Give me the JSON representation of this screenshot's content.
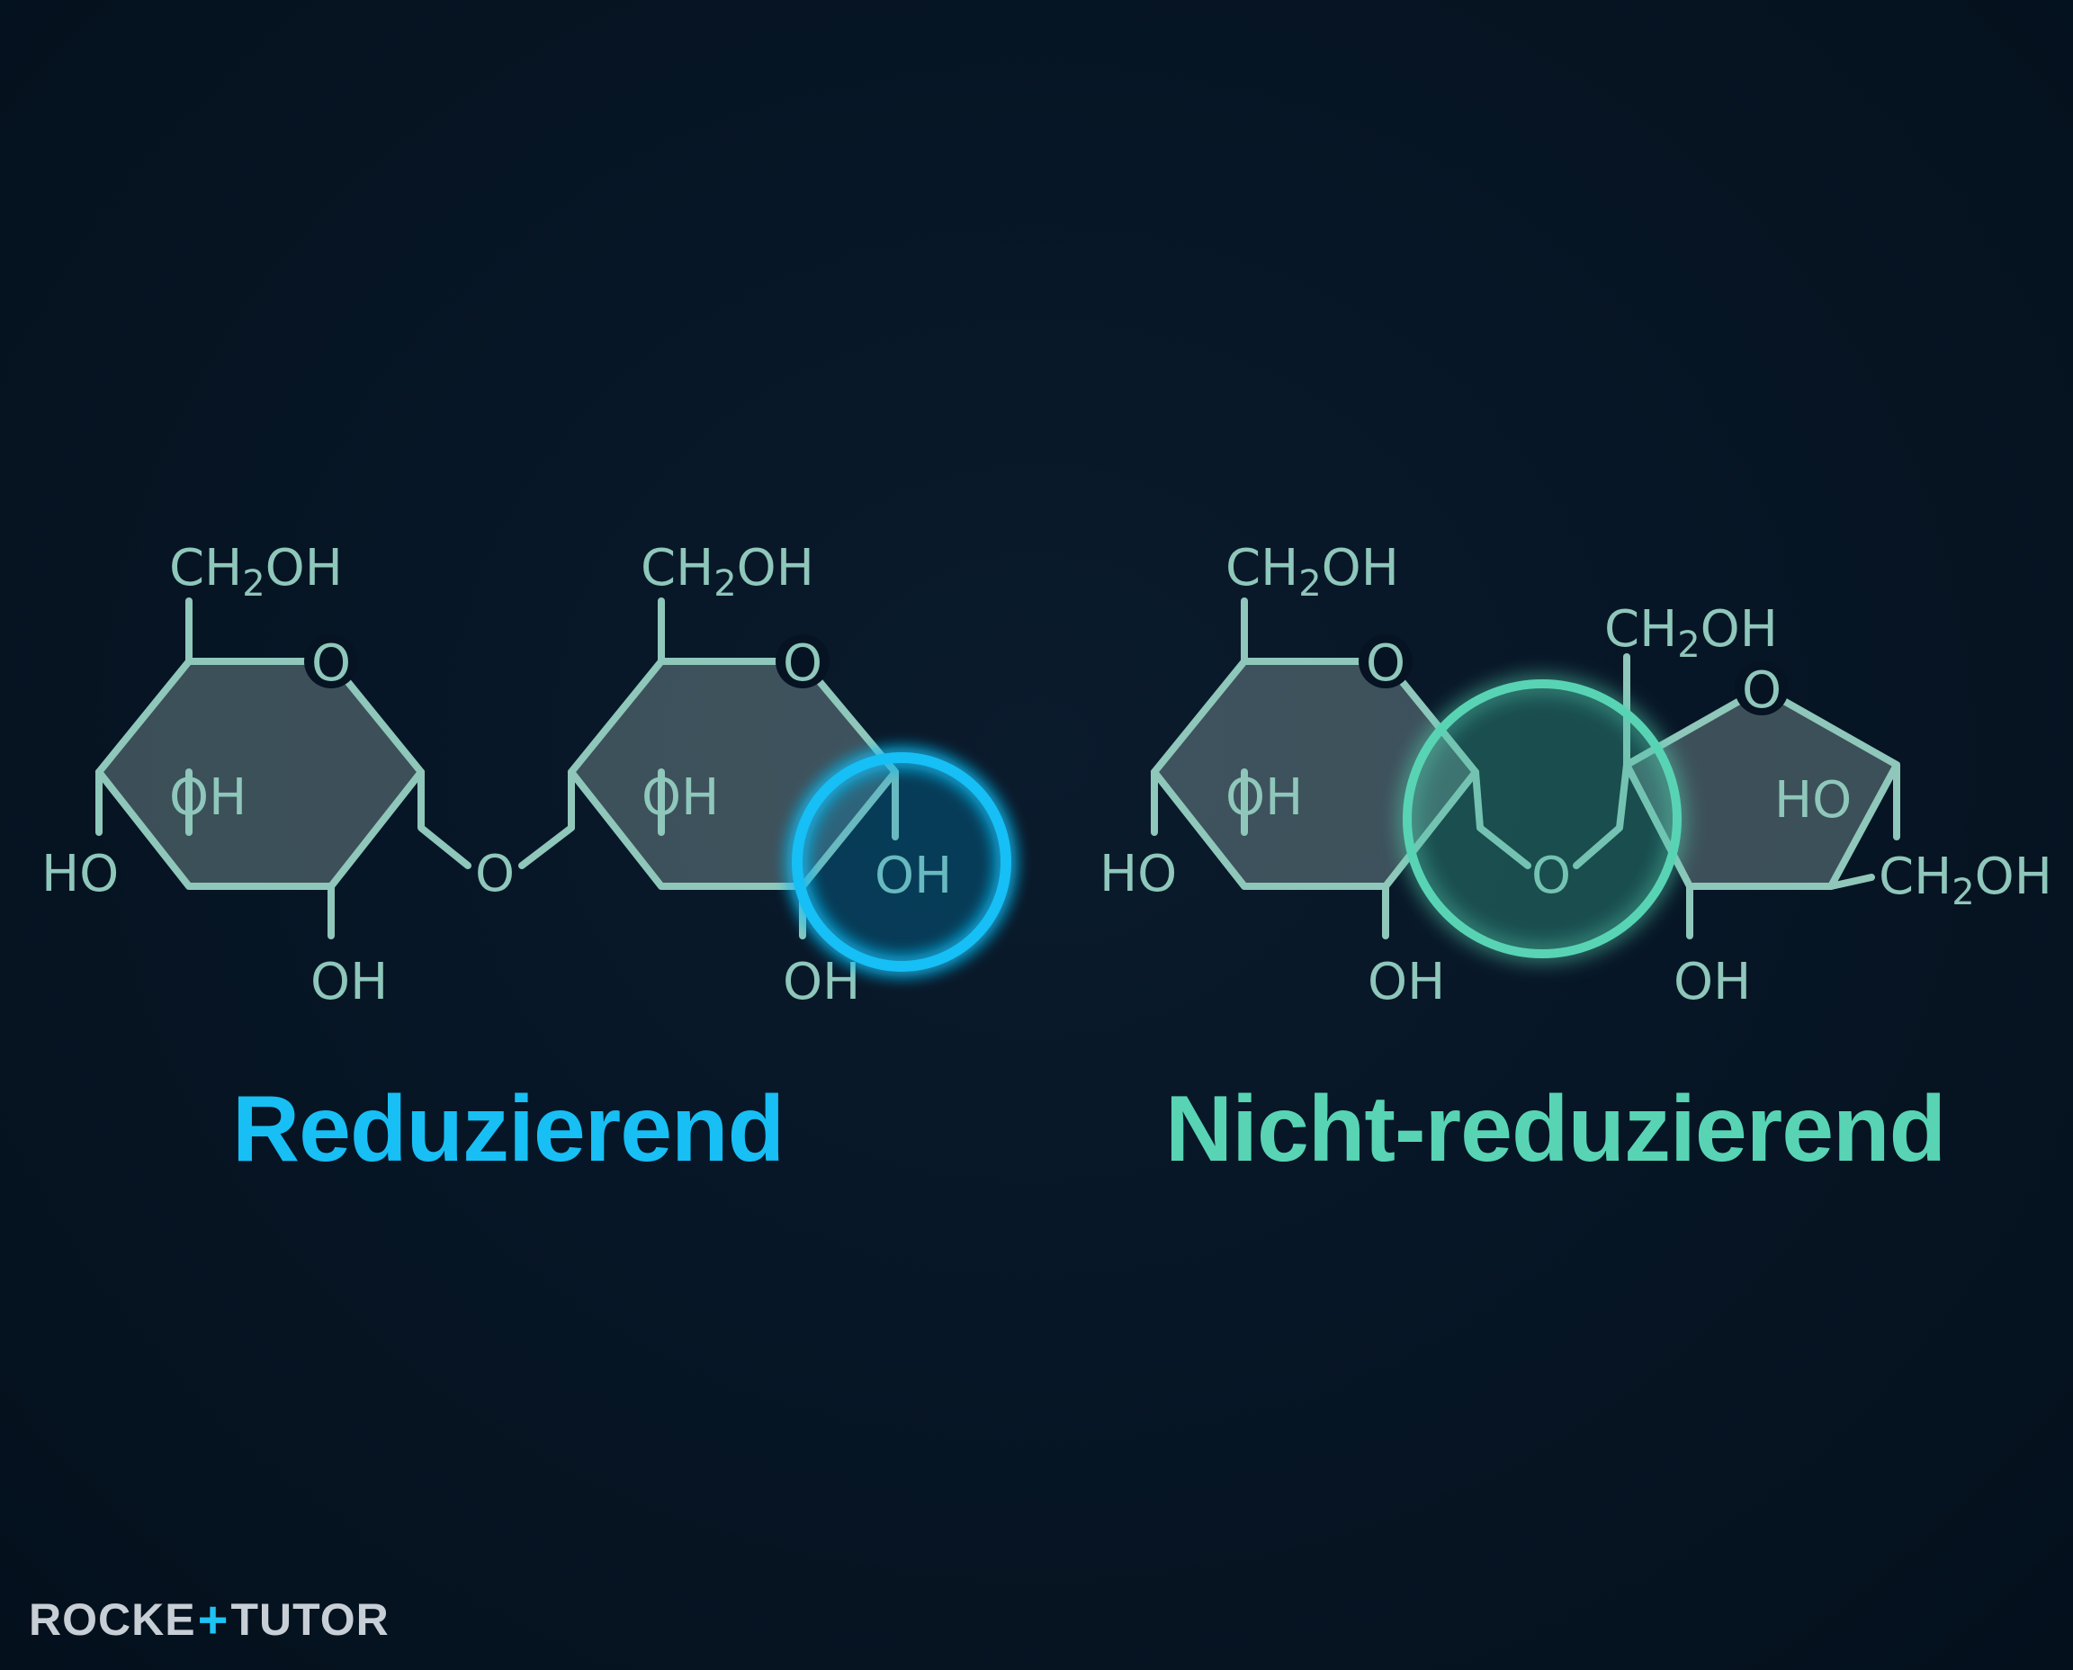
{
  "labels": {
    "reducing": "Reduzierend",
    "non_reducing": "Nicht-reduzierend"
  },
  "logo": {
    "word1": "ROCKE",
    "plus": "+",
    "word2": "TUTOR",
    "text": "ROCKETUTOR"
  },
  "atoms": {
    "oxygen": "O",
    "hydroxyl": "OH",
    "hydroxyl_left": "HO",
    "ch2oh_ch": "CH",
    "ch2oh_sub": "2",
    "ch2oh_oh": "OH"
  },
  "colors": {
    "background": "#061322",
    "structure": "#8fc7bb",
    "reducing_accent": "#17bff5",
    "non_reducing_accent": "#58d4b4"
  }
}
